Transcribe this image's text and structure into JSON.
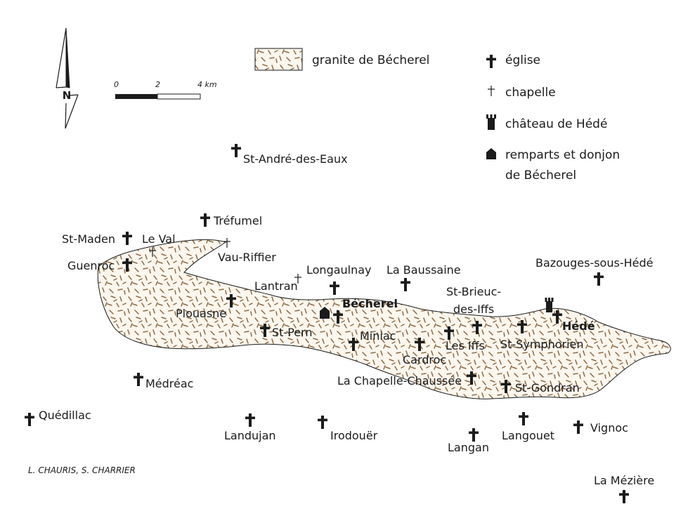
{
  "legend": {
    "granite": "granite de Bécherel",
    "eglise": "église",
    "chapelle": "chapelle",
    "chateau": "château de Hédé",
    "remparts_line1": "remparts et donjon",
    "remparts_line2": "de Bécherel"
  },
  "scale": {
    "l0": "0",
    "l2": "2",
    "l4": "4 km"
  },
  "north": "N",
  "credit": "L. CHAURIS, S. CHARRIER",
  "colors": {
    "granite_fill": "#fbf6ee",
    "granite_dash": "#8f6a42",
    "ink": "#1b1b1b"
  },
  "places": {
    "st_andre": "St-André-des-Eaux",
    "trefumel": "Tréfumel",
    "st_maden": "St-Maden",
    "le_val": "Le Val",
    "vau_riffier": "Vau-Riffier",
    "guenroc": "Guenroc",
    "longaulnay": "Longaulnay",
    "la_baussaine": "La Baussaine",
    "bazouges": "Bazouges-sous-Hédé",
    "lantran": "Lantran",
    "becherel": "Bécherel",
    "st_brieuc_1": "St-Brieuc-",
    "st_brieuc_2": "des-Iffs",
    "plouasne": "Plouasne",
    "hede": "Hédé",
    "st_pern": "St-Pern",
    "miniac": "Miniac",
    "les_iffs": "Les Iffs",
    "st_symphorien": "St-Symphorien",
    "cardroc": "Cardroc",
    "la_chapelle": "La Chapelle-Chaussée",
    "st_gondran": "St-Gondran",
    "medreac": "Médréac",
    "quedillac": "Quédillac",
    "landujan": "Landujan",
    "irodouer": "Irodouër",
    "langouet": "Langouet",
    "vignoc": "Vignoc",
    "langan": "Langan",
    "la_meziere": "La Mézière"
  }
}
